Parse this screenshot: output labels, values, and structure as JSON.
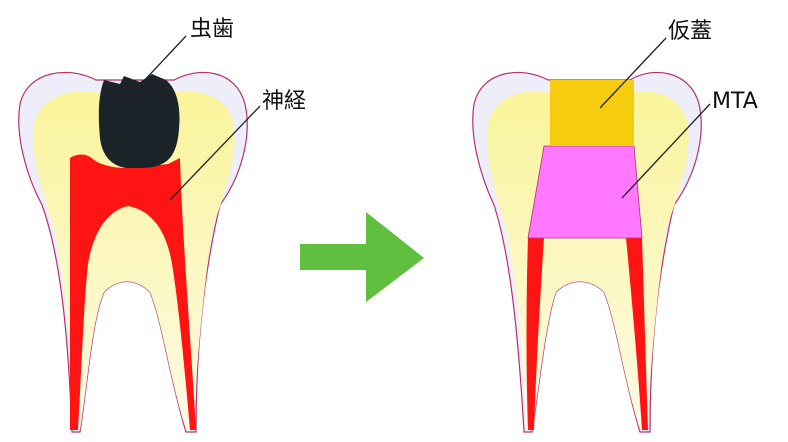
{
  "labels": {
    "caries": "虫歯",
    "nerve": "神経",
    "temporary_seal": "仮蓋",
    "mta": "MTA"
  },
  "colors": {
    "enamel": "#eeeefa",
    "dentin": "#fbf7a8",
    "pulp": "#ff1414",
    "caries": "#1c2329",
    "temporary_seal": "#f6cd0e",
    "mta": "#ff78ff",
    "outline": "#b3326b",
    "arrow": "#60bf3e"
  }
}
